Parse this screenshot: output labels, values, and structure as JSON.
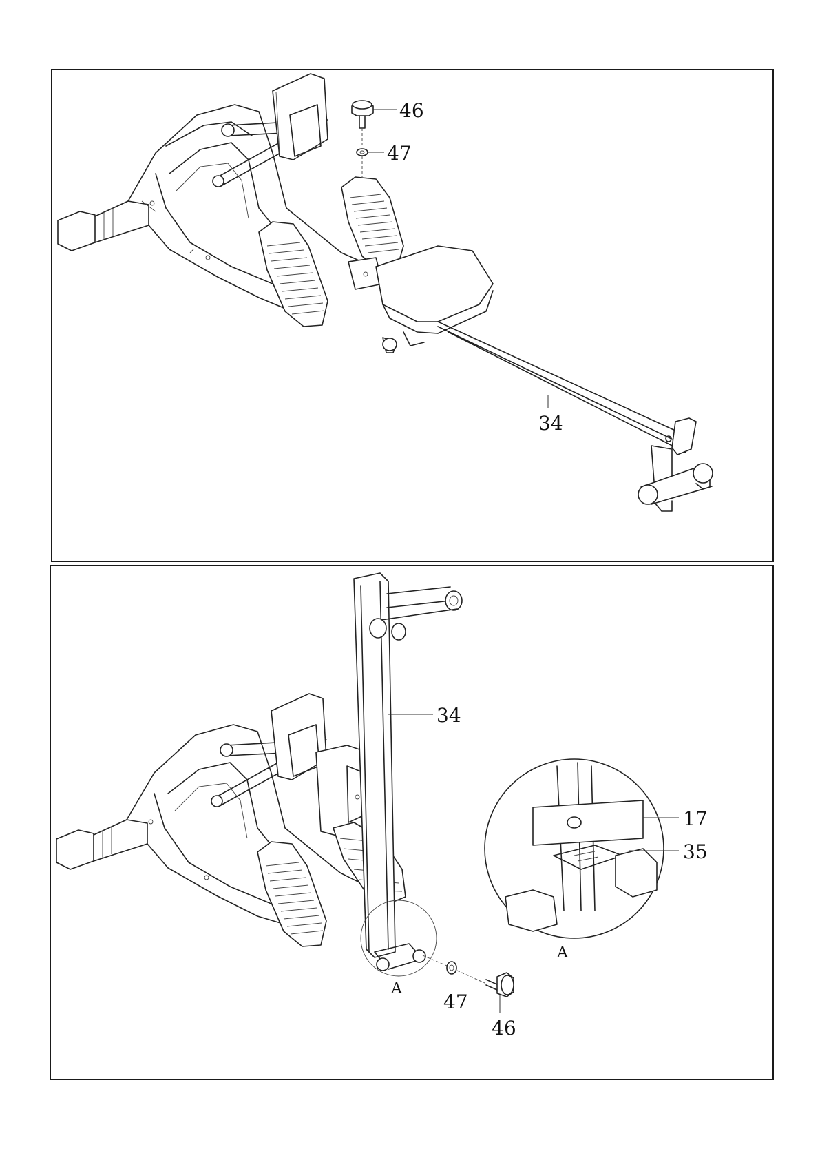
{
  "top_panel": {
    "callouts": [
      {
        "id": "46",
        "text": "46"
      },
      {
        "id": "47",
        "text": "47"
      },
      {
        "id": "34",
        "text": "34"
      }
    ]
  },
  "bottom_panel": {
    "callouts": [
      {
        "id": "34",
        "text": "34"
      },
      {
        "id": "17",
        "text": "17"
      },
      {
        "id": "35",
        "text": "35"
      },
      {
        "id": "47",
        "text": "47"
      },
      {
        "id": "46",
        "text": "46"
      }
    ],
    "detail_labels": {
      "main": "A",
      "zoom": "A"
    }
  }
}
